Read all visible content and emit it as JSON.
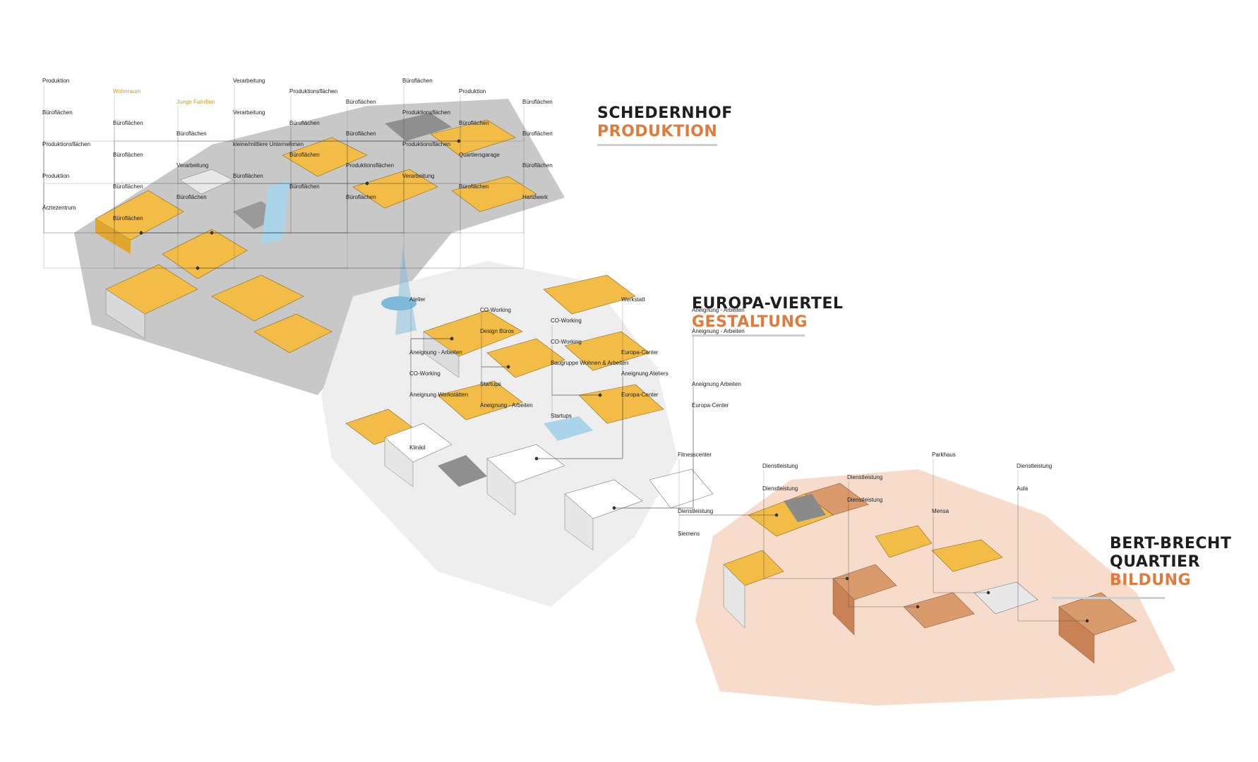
{
  "colors": {
    "production": "#f2bc46",
    "base_gray": "#c6c6c6",
    "dark_gray": "#8a8a8a",
    "light_gray": "#e6e6e6",
    "education": "#d99a6c",
    "education_zone": "#f7dccb",
    "water": "#a9d4ea",
    "accent": "#e07b3c",
    "gold_text": "#c99a2e"
  },
  "districts": {
    "schedernhof": {
      "name": "SCHEDERNHOF",
      "theme": "PRODUKTION"
    },
    "europa": {
      "name": "EUROPA-VIERTEL",
      "theme": "GESTALTUNG"
    },
    "brecht": {
      "name_line1": "BERT-BRECHT",
      "name_line2": "QUARTIER",
      "theme": "BILDUNG"
    }
  },
  "labels": {
    "schedernhof": [
      {
        "text": "Produktion",
        "tone": "dark"
      },
      {
        "text": "Wohnraum",
        "tone": "gold"
      },
      {
        "text": "Junge Familien",
        "tone": "gold"
      },
      {
        "text": "Verarbeitung",
        "tone": "dark"
      },
      {
        "text": "Produktionsflächen",
        "tone": "dark"
      },
      {
        "text": "Büroflächen",
        "tone": "dark"
      },
      {
        "text": "Büroflächen",
        "tone": "dark"
      },
      {
        "text": "Produktion",
        "tone": "dark"
      },
      {
        "text": "Büroflächen",
        "tone": "dark"
      },
      {
        "text": "Büroflächen",
        "tone": "dark"
      },
      {
        "text": "Büroflächen",
        "tone": "dark"
      },
      {
        "text": "Büroflächen",
        "tone": "dark"
      },
      {
        "text": "Verarbeitung",
        "tone": "dark"
      },
      {
        "text": "Büroflächen",
        "tone": "dark"
      },
      {
        "text": "Büroflächen",
        "tone": "dark"
      },
      {
        "text": "Produktionsflächen",
        "tone": "dark"
      },
      {
        "text": "Büroflächen",
        "tone": "dark"
      },
      {
        "text": "Büroflächen",
        "tone": "dark"
      },
      {
        "text": "Produktionsflächen",
        "tone": "dark"
      },
      {
        "text": "Büroflächen",
        "tone": "dark"
      },
      {
        "text": "Verarbeitung",
        "tone": "dark"
      },
      {
        "text": "kleine/mittlere Unternehmen",
        "tone": "dark"
      },
      {
        "text": "Büroflächen",
        "tone": "dark"
      },
      {
        "text": "Produktionsflächen",
        "tone": "dark"
      },
      {
        "text": "Produktionsflächen",
        "tone": "dark"
      },
      {
        "text": "Quartiersgarage",
        "tone": "dark"
      },
      {
        "text": "Büroflächen",
        "tone": "dark"
      },
      {
        "text": "Produktion",
        "tone": "dark"
      },
      {
        "text": "Büroflächen",
        "tone": "dark"
      },
      {
        "text": "Büroflächen",
        "tone": "dark"
      },
      {
        "text": "Büroflächen",
        "tone": "dark"
      },
      {
        "text": "Büroflächen",
        "tone": "dark"
      },
      {
        "text": "Büroflächen",
        "tone": "dark"
      },
      {
        "text": "Verarbeitung",
        "tone": "dark"
      },
      {
        "text": "Büroflächen",
        "tone": "dark"
      },
      {
        "text": "Handwerk",
        "tone": "dark"
      },
      {
        "text": "Ärztezentrum",
        "tone": "dark"
      },
      {
        "text": "Büroflächen",
        "tone": "dark"
      }
    ],
    "europa": [
      {
        "text": "Atelier",
        "tone": "dark"
      },
      {
        "text": "CO-Working",
        "tone": "dark"
      },
      {
        "text": "CO-Working",
        "tone": "dark"
      },
      {
        "text": "Werkstatt",
        "tone": "dark"
      },
      {
        "text": "Aneignung - Arbeiten",
        "tone": "dark"
      },
      {
        "text": "Aneignung - Arbeiten",
        "tone": "dark"
      },
      {
        "text": "Design Büros",
        "tone": "dark"
      },
      {
        "text": "CO-Working",
        "tone": "dark"
      },
      {
        "text": "Europa-Center",
        "tone": "dark"
      },
      {
        "text": "Aneignung - Arbeiten",
        "tone": "dark"
      },
      {
        "text": "CO-Working",
        "tone": "dark"
      },
      {
        "text": "Startups",
        "tone": "dark"
      },
      {
        "text": "Baugruppe Wohnen & Arbeiten",
        "tone": "dark"
      },
      {
        "text": "Aneignung Ateliers",
        "tone": "dark"
      },
      {
        "text": "Aneignung Arbeiten",
        "tone": "dark"
      },
      {
        "text": "Aneignung Werkstätten",
        "tone": "dark"
      },
      {
        "text": "Aneignung - Arbeiten",
        "tone": "dark"
      },
      {
        "text": "Startups",
        "tone": "dark"
      },
      {
        "text": "Europa-Center",
        "tone": "dark"
      },
      {
        "text": "Europa-Center",
        "tone": "dark"
      },
      {
        "text": "Klinikil",
        "tone": "dark"
      }
    ],
    "brecht": [
      {
        "text": "Fitnesscenter",
        "tone": "dark"
      },
      {
        "text": "Dienstleistung",
        "tone": "dark"
      },
      {
        "text": "Dienstleistung",
        "tone": "dark"
      },
      {
        "text": "Parkhaus",
        "tone": "dark"
      },
      {
        "text": "Dienstleistung",
        "tone": "dark"
      },
      {
        "text": "Dienstleistung",
        "tone": "dark"
      },
      {
        "text": "Dienstleistung",
        "tone": "dark"
      },
      {
        "text": "Dienstleistung",
        "tone": "dark"
      },
      {
        "text": "Mensa",
        "tone": "dark"
      },
      {
        "text": "Aula",
        "tone": "dark"
      },
      {
        "text": "Siemens",
        "tone": "dark"
      }
    ]
  }
}
